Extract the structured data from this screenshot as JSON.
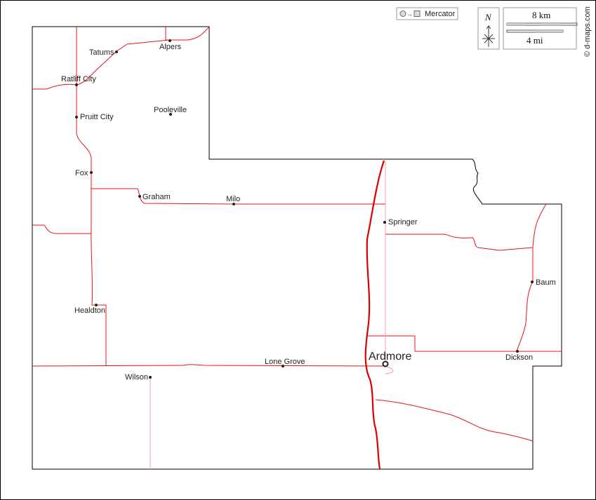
{
  "projection": {
    "label": "Mercator",
    "icon": "circle-to-square-icon"
  },
  "compass": {
    "label": "N"
  },
  "scale": {
    "km_label": "8 km",
    "mi_label": "4 mi"
  },
  "credit": "© d-maps.com",
  "towns": [
    {
      "name": "Alpers"
    },
    {
      "name": "Tatums"
    },
    {
      "name": "Ratliff City"
    },
    {
      "name": "Pruitt City"
    },
    {
      "name": "Pooleville"
    },
    {
      "name": "Fox"
    },
    {
      "name": "Graham"
    },
    {
      "name": "Milo"
    },
    {
      "name": "Springer"
    },
    {
      "name": "Baum"
    },
    {
      "name": "Healdton"
    },
    {
      "name": "Lone Grove"
    },
    {
      "name": "Ardmore"
    },
    {
      "name": "Dickson"
    },
    {
      "name": "Wilson"
    }
  ],
  "colors": {
    "road": "#e8121b",
    "highway": "#dd0000",
    "minor_road": "#f0a0a0",
    "border": "#000000"
  }
}
